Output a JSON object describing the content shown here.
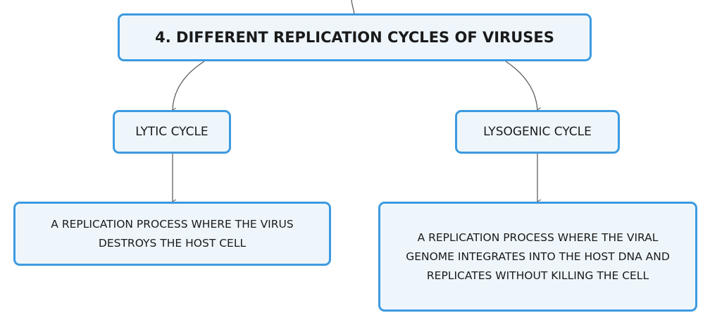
{
  "title": "4. DIFFERENT REPLICATION CYCLES OF VIRUSES",
  "branches": [
    {
      "label": "LYTIC CYCLE",
      "description": "A REPLICATION PROCESS WHERE THE VIRUS DESTROYS THE HOST CELL"
    },
    {
      "label": "LYSOGENIC CYCLE",
      "description": "A REPLICATION PROCESS WHERE THE VIRAL GENOME INTEGRATES INTO THE HOST DNA AND REPLICATES WITHOUT KILLING THE CELL"
    }
  ],
  "colors": {
    "node_border": "#3d9ae0",
    "node_fill": "#eef6fc",
    "connector": "#555555"
  }
}
